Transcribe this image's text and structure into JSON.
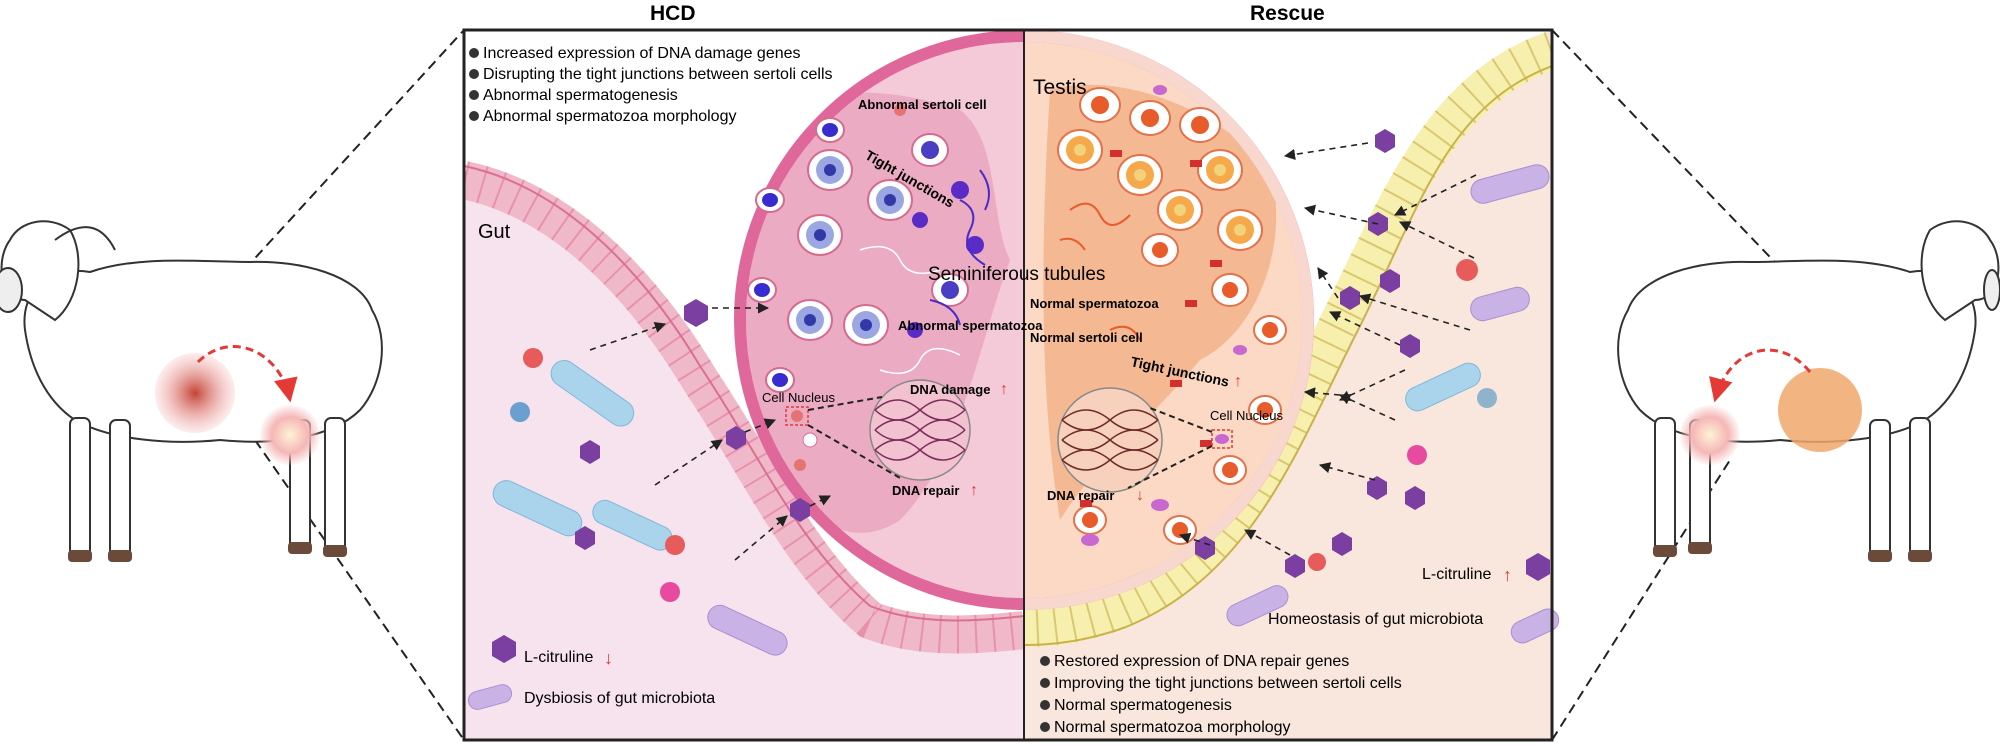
{
  "headers": {
    "left": "HCD",
    "right": "Rescue"
  },
  "left_bullets": [
    "Increased expression of DNA damage genes",
    "Disrupting the tight junctions between sertoli cells",
    "Abnormal spermatogenesis",
    "Abnormal spermatozoa morphology"
  ],
  "right_bullets": [
    "Restored expression of DNA repair genes",
    "Improving the tight junctions between sertoli cells",
    "Normal spermatogenesis",
    "Normal spermatozoa morphology"
  ],
  "labels": {
    "testis": "Testis",
    "gut": "Gut",
    "seminiferous": "Seminiferous tubules",
    "abnormal_sertoli": "Abnormal sertoli cell",
    "tight_left": "Tight junctions",
    "abnormal_sperm": "Abnormal spermatozoa",
    "cell_nucleus_left": "Cell Nucleus",
    "dna_damage": "DNA damage",
    "dna_repair_left": "DNA repair",
    "normal_sperm": "Normal spermatozoa",
    "normal_sertoli": "Normal sertoli cell",
    "tight_right": "Tight junctions",
    "cell_nucleus_right": "Cell Nucleus",
    "dna_repair_right": "DNA  repair",
    "l_citruline_left": "L-citruline",
    "dysbiosis": "Dysbiosis of gut microbiota",
    "l_citruline_right": "L-citruline",
    "homeostasis": "Homeostasis of gut microbiota",
    "arrow_up": "↑",
    "arrow_down": "↓"
  },
  "colors": {
    "hcd_panel": "#f5e4ef",
    "rescue_panel": "#f8e6dc",
    "ring": "#e0679a",
    "arrow_red": "#e53935",
    "l_citruline": "#7a3fa0",
    "microbe_blue": "#a9d4ec",
    "microbe_purple": "#c9b3e6",
    "gut_left_cells": "#f3c7d3",
    "gut_right_cells": "#f7f0b3"
  }
}
